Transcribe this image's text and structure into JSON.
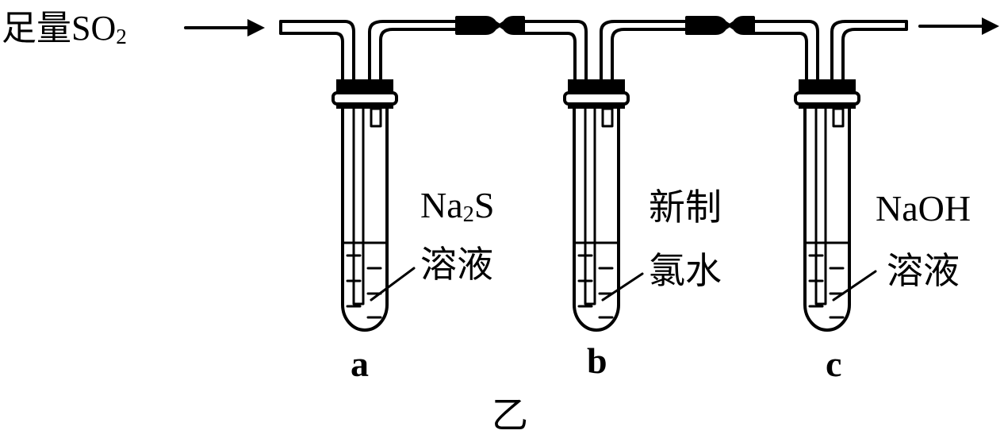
{
  "inlet": {
    "text": "足量",
    "formula": "SO",
    "subscript": "2"
  },
  "tubes": [
    {
      "letter": "a",
      "reagent_line1_main": "Na",
      "reagent_line1_sub": "2",
      "reagent_line1_tail": "S",
      "reagent_line2": "溶液"
    },
    {
      "letter": "b",
      "reagent_line1": "新制",
      "reagent_line2": "氯水"
    },
    {
      "letter": "c",
      "reagent_line1": "NaOH",
      "reagent_line2": "溶液"
    }
  ],
  "caption": "乙",
  "colors": {
    "ink": "#000000",
    "paper": "#ffffff"
  }
}
